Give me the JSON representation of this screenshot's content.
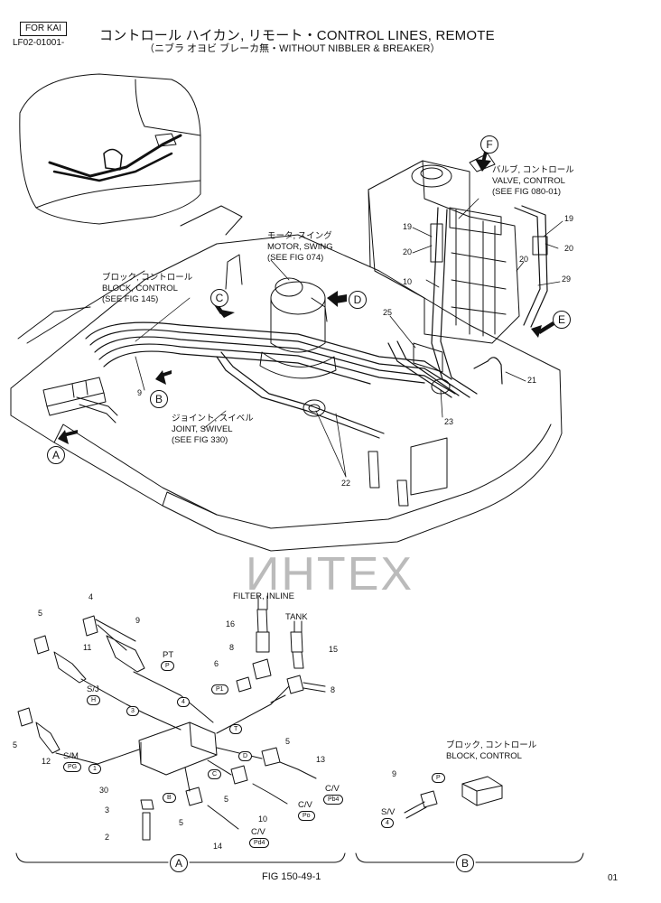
{
  "header": {
    "tag": "FOR KAI",
    "code": "LF02-01001-",
    "title": "コントロール ハイカン, リモート・CONTROL LINES, REMOTE",
    "subtitle": "（ニブラ オヨビ ブレーカ無・WITHOUT NIBBLER & BREAKER）"
  },
  "watermark": "ИНТЕХ",
  "callouts": {
    "A": "A",
    "B": "B",
    "C": "C",
    "D": "D",
    "E": "E",
    "F": "F"
  },
  "labels": {
    "valve_jp": "バルブ, コントロール",
    "valve_en": "VALVE, CONTROL",
    "valve_ref": "(SEE FIG 080-01)",
    "motor_jp": "モータ, スイング",
    "motor_en": "MOTOR, SWING",
    "motor_ref": "(SEE FIG 074)",
    "block_jp": "ブロック, コントロール",
    "block_en": "BLOCK, CONTROL",
    "block_ref": "(SEE FIG 145)",
    "joint_jp": "ジョイント, スイベル",
    "joint_en": "JOINT, SWIVEL",
    "joint_ref": "(SEE FIG 330)",
    "filter": "FILTER, INLINE",
    "tank": "TANK",
    "detailB_jp": "ブロック, コントロール",
    "detailB_en": "BLOCK, CONTROL"
  },
  "part_numbers": {
    "n19a": "19",
    "n20a": "20",
    "n10": "10",
    "n25": "25",
    "n19b": "19",
    "n20b": "20",
    "n20c": "20",
    "n29": "29",
    "n21": "21",
    "n23": "23",
    "n22": "22",
    "n9a": "9",
    "d_4": "4",
    "d_5a": "5",
    "d_9": "9",
    "d_11": "11",
    "d_16": "16",
    "d_8a": "8",
    "d_6": "6",
    "d_15": "15",
    "d_8b": "8",
    "d_5b": "5",
    "d_12": "12",
    "d_5c": "5",
    "d_13": "13",
    "d_30": "30",
    "d_3": "3",
    "d_5d": "5",
    "d_10": "10",
    "d_2": "2",
    "d_5e": "5",
    "d_14": "14",
    "b_9": "9"
  },
  "port_labels": {
    "pt": "PT",
    "p": "P",
    "sj": "S/J",
    "h": "H",
    "p1": "P1",
    "four": "4",
    "three": "3",
    "t": "T",
    "sm": "S/M",
    "pg": "PG",
    "one": "1",
    "d": "D",
    "c": "C",
    "b": "B",
    "cv1": "C/V",
    "pb4": "Pb4",
    "cv2": "C/V",
    "po": "Po",
    "cv3": "C/V",
    "pd4": "Pd4",
    "sv": "S/V",
    "sv4": "4",
    "bp": "P"
  },
  "footer": {
    "section_a": "A",
    "section_b": "B",
    "figure": "FIG 150-49-1",
    "page": "01"
  }
}
